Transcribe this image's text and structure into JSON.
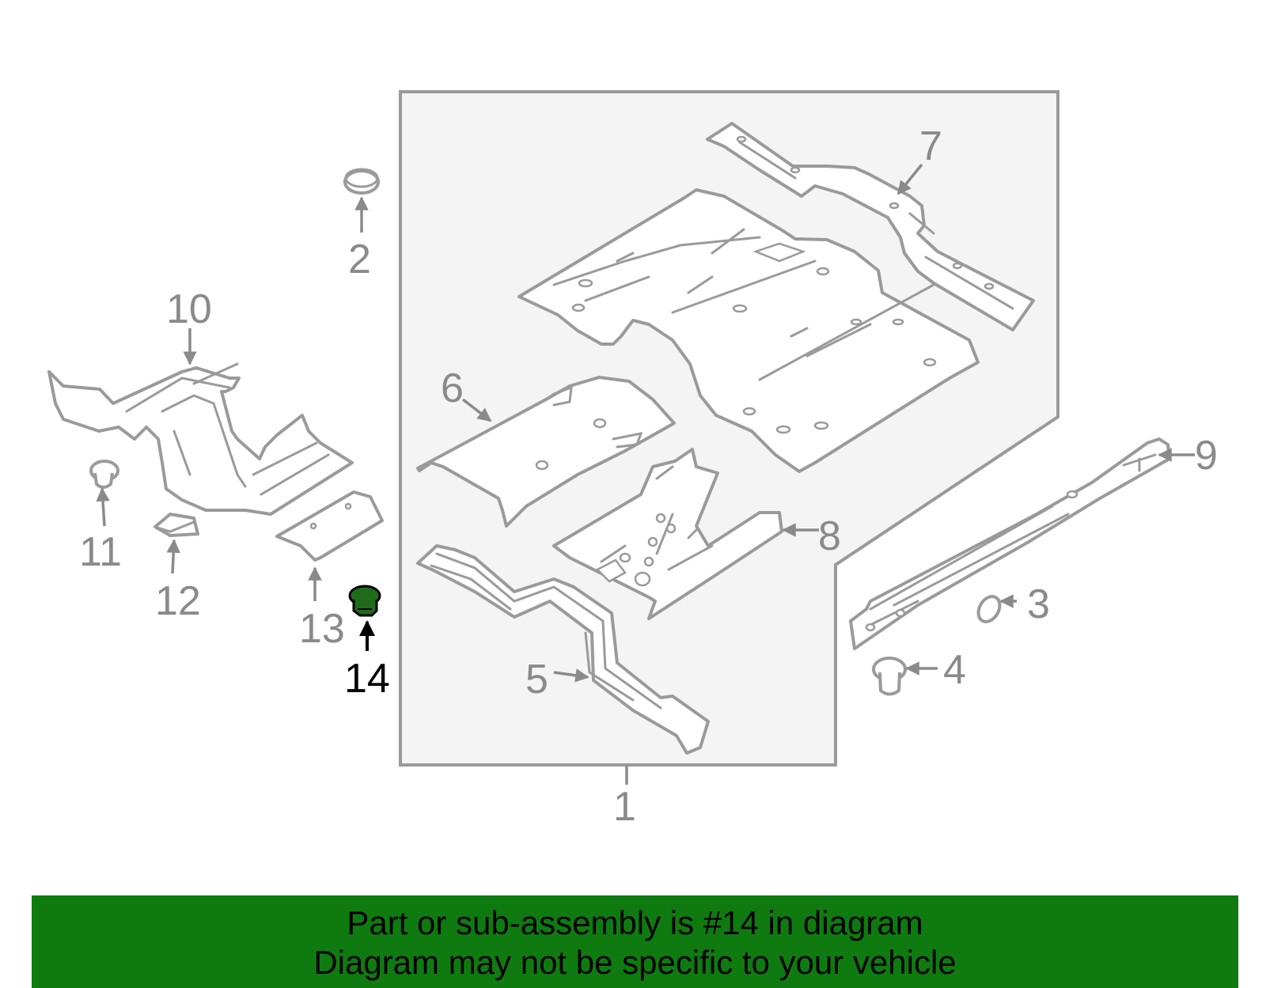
{
  "callouts": {
    "c1": "1",
    "c2": "2",
    "c3": "3",
    "c4": "4",
    "c5": "5",
    "c6": "6",
    "c7": "7",
    "c8": "8",
    "c9": "9",
    "c10": "10",
    "c11": "11",
    "c12": "12",
    "c13": "13",
    "c14": "14"
  },
  "highlighted_part": "14",
  "colors": {
    "line": "#9a9a9a",
    "highlight_fill": "#1f6b1a",
    "banner": "#0f7a10",
    "panel": "#f4f4f4"
  },
  "banner": {
    "line1": "Part or sub-assembly is #14 in diagram",
    "line2": "Diagram may not be specific to your vehicle"
  }
}
